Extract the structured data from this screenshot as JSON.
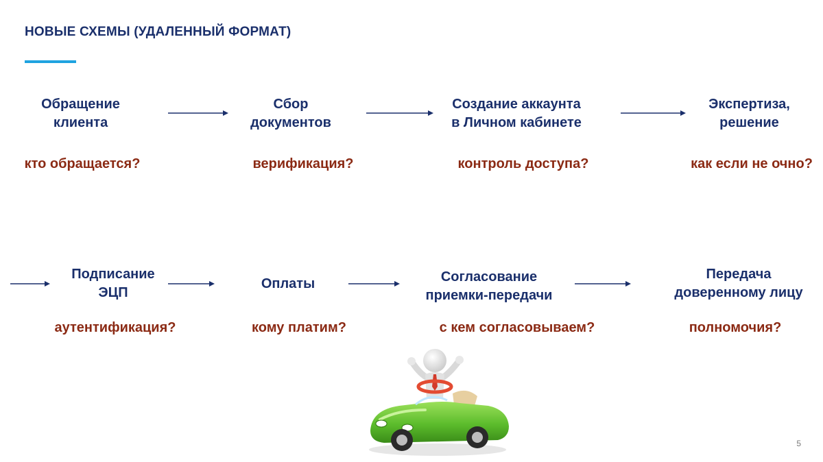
{
  "title": "НОВЫЕ СХЕМЫ (УДАЛЕННЫЙ ФОРМАТ)",
  "colors": {
    "title": "#1a2f6b",
    "step": "#1a2f6b",
    "question": "#8b2a14",
    "accent": "#1fa3e0",
    "arrow": "#1a2f6b"
  },
  "row1": [
    {
      "step_line1": "Обращение",
      "step_line2": "клиента",
      "question": "кто обращается?"
    },
    {
      "step_line1": "Сбор",
      "step_line2": "документов",
      "question": "верификация?"
    },
    {
      "step_line1": "Создание аккаунта",
      "step_line2": "в Личном кабинете",
      "question": "контроль доступа?"
    },
    {
      "step_line1": "Экспертиза,",
      "step_line2": "решение",
      "question": "как если не очно?"
    }
  ],
  "row2": [
    {
      "step_line1": "Подписание",
      "step_line2": "ЭЦП",
      "question": "аутентификация?"
    },
    {
      "step_line1": "Оплаты",
      "step_line2": "",
      "question": "кому платим?"
    },
    {
      "step_line1": "Согласование",
      "step_line2": "приемки-передачи",
      "question": "с кем согласовываем?"
    },
    {
      "step_line1": "Передача",
      "step_line2": "доверенному лицу",
      "question": "полномочия?"
    }
  ],
  "illustration": "person-on-green-car",
  "page_number": "5"
}
